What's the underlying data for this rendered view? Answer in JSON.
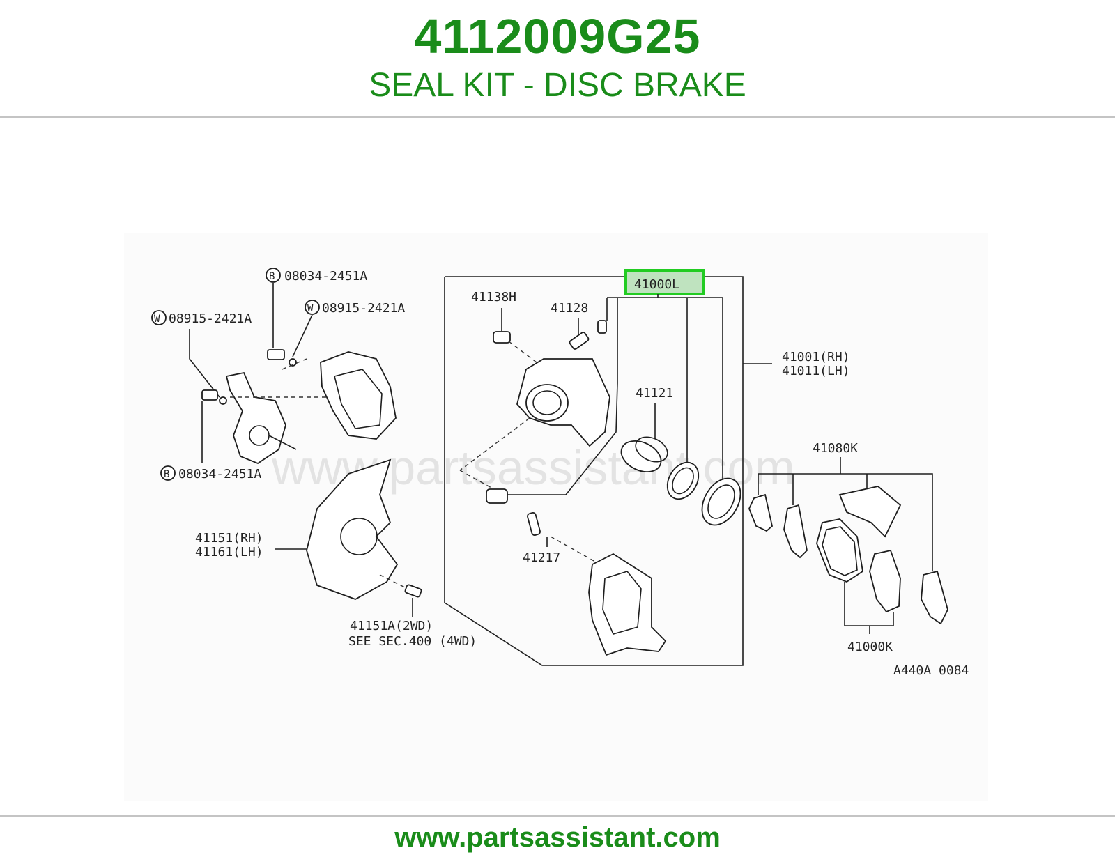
{
  "header": {
    "part_number": "4112009G25",
    "part_name": "SEAL KIT - DISC BRAKE"
  },
  "diagram": {
    "watermark": "www.partsassistant.com",
    "highlight_color": "#22cc22",
    "labels": {
      "b_08034_top": "08034-2451A",
      "w_08915_right": "08915-2421A",
      "w_08915_left": "08915-2421A",
      "b_08034_bottom": "08034-2451A",
      "b_circle": "B",
      "w_circle": "W",
      "p41138h": "41138H",
      "p41128": "41128",
      "p41000l": "41000L",
      "p41001": "41001(RH)",
      "p41011": "41011(LH)",
      "p41121": "41121",
      "p41080k": "41080K",
      "p41151": "41151(RH)",
      "p41161": "41161(LH)",
      "p41217": "41217",
      "p41151a": "41151A(2WD)",
      "see_sec": "SEE SEC.400 (4WD)",
      "p41000k": "41000K",
      "diagram_code": "A440A 0084"
    }
  },
  "footer": {
    "url": "www.partsassistant.com"
  }
}
